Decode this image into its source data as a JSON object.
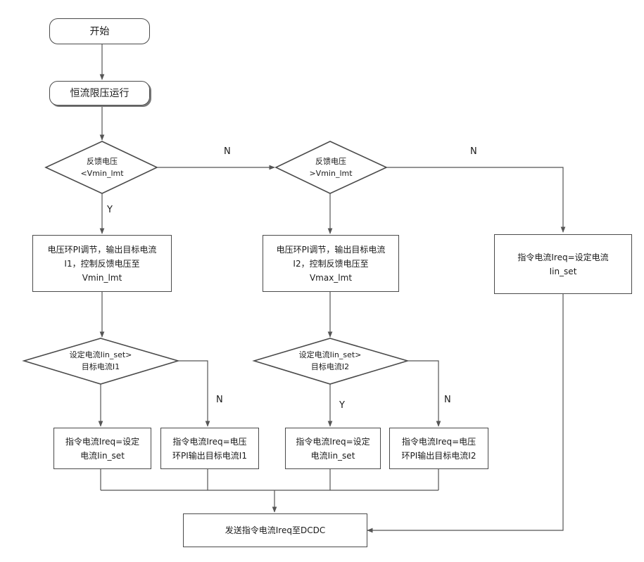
{
  "start": "开始",
  "process_start": "恒流限压运行",
  "decision1": [
    "反馈电压",
    "<Vmin_lmt"
  ],
  "decision2": [
    "反馈电压",
    ">Vmin_lmt"
  ],
  "left_action": [
    "电压环PI调节，输出目标电流",
    "I1，控制反馈电压至",
    "Vmin_lmt"
  ],
  "mid_action": [
    "电压环PI调节，输出目标电流",
    "I2，控制反馈电压至",
    "Vmax_lmt"
  ],
  "right_action": [
    "指令电流Ireq=设定电流",
    "Iin_set"
  ],
  "decision3": [
    "设定电流Iin_set>",
    "目标电流I1"
  ],
  "decision4": [
    "设定电流Iin_set>",
    "目标电流I2"
  ],
  "box_a": [
    "指令电流Ireq=设定",
    "电流Iin_set"
  ],
  "box_b": [
    "指令电流Ireq=电压",
    "环PI输出目标电流I1"
  ],
  "box_c": [
    "指令电流Ireq=设定",
    "电流Iin_set"
  ],
  "box_d": [
    "指令电流Ireq=电压",
    "环PI输出目标电流I2"
  ],
  "final": "发送指令电流Ireq至DCDC",
  "labels": {
    "n1": "N",
    "n2": "N",
    "y1": "Y",
    "n3": "N",
    "y2": "Y",
    "n4": "N"
  }
}
